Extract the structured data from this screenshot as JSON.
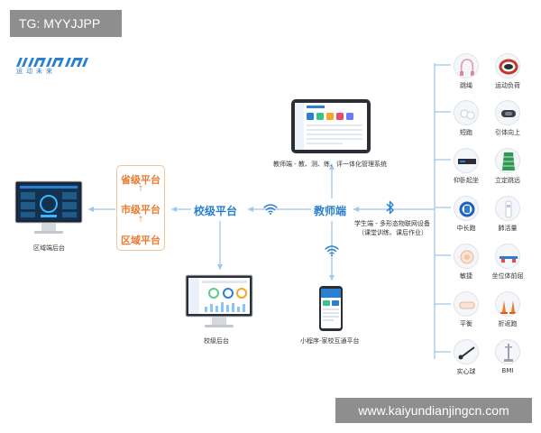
{
  "watermark_top": "TG: MYYJJPP",
  "watermark_bottom": "www.kaiyundianjingcn.com",
  "logo": {
    "brand_text": "运动未来"
  },
  "platforms": [
    "省级平台",
    "市级平台",
    "区域平台"
  ],
  "region_backend": "区域端后台",
  "school_platform": "校级平台",
  "school_backend": "校级后台",
  "teacher_end": "教师端",
  "teacher_system": "教师端 - 教、测、练、评一体化管理系统",
  "student_end": {
    "line1": "学生端 - 多形态物联网设备",
    "line2": "（课堂训练、课后作业）"
  },
  "mini_program": "小程序-家校互通平台",
  "devices": [
    {
      "label": "跳绳",
      "icon": "jump-rope-icon"
    },
    {
      "label": "运动负荷",
      "icon": "heart-band-icon"
    },
    {
      "label": "短跑",
      "icon": "earbud-icon"
    },
    {
      "label": "引体向上",
      "icon": "sensor-icon"
    },
    {
      "label": "仰卧起坐",
      "icon": "mat-icon"
    },
    {
      "label": "立定跳远",
      "icon": "long-jump-icon"
    },
    {
      "label": "中长跑",
      "icon": "wristband-icon"
    },
    {
      "label": "肺活量",
      "icon": "spirometer-icon"
    },
    {
      "label": "敏捷",
      "icon": "agility-pad-icon"
    },
    {
      "label": "坐位体前屈",
      "icon": "sit-reach-icon"
    },
    {
      "label": "平衡",
      "icon": "balance-icon"
    },
    {
      "label": "折返跑",
      "icon": "cone-icon"
    },
    {
      "label": "实心球",
      "icon": "medicine-ball-icon"
    },
    {
      "label": "BMI",
      "icon": "height-scale-icon"
    }
  ],
  "colors": {
    "primary_blue": "#2a7fd0",
    "orange": "#ec7a2e",
    "orange_light": "#f3c39c",
    "line_blue": "#9ec6ee"
  }
}
